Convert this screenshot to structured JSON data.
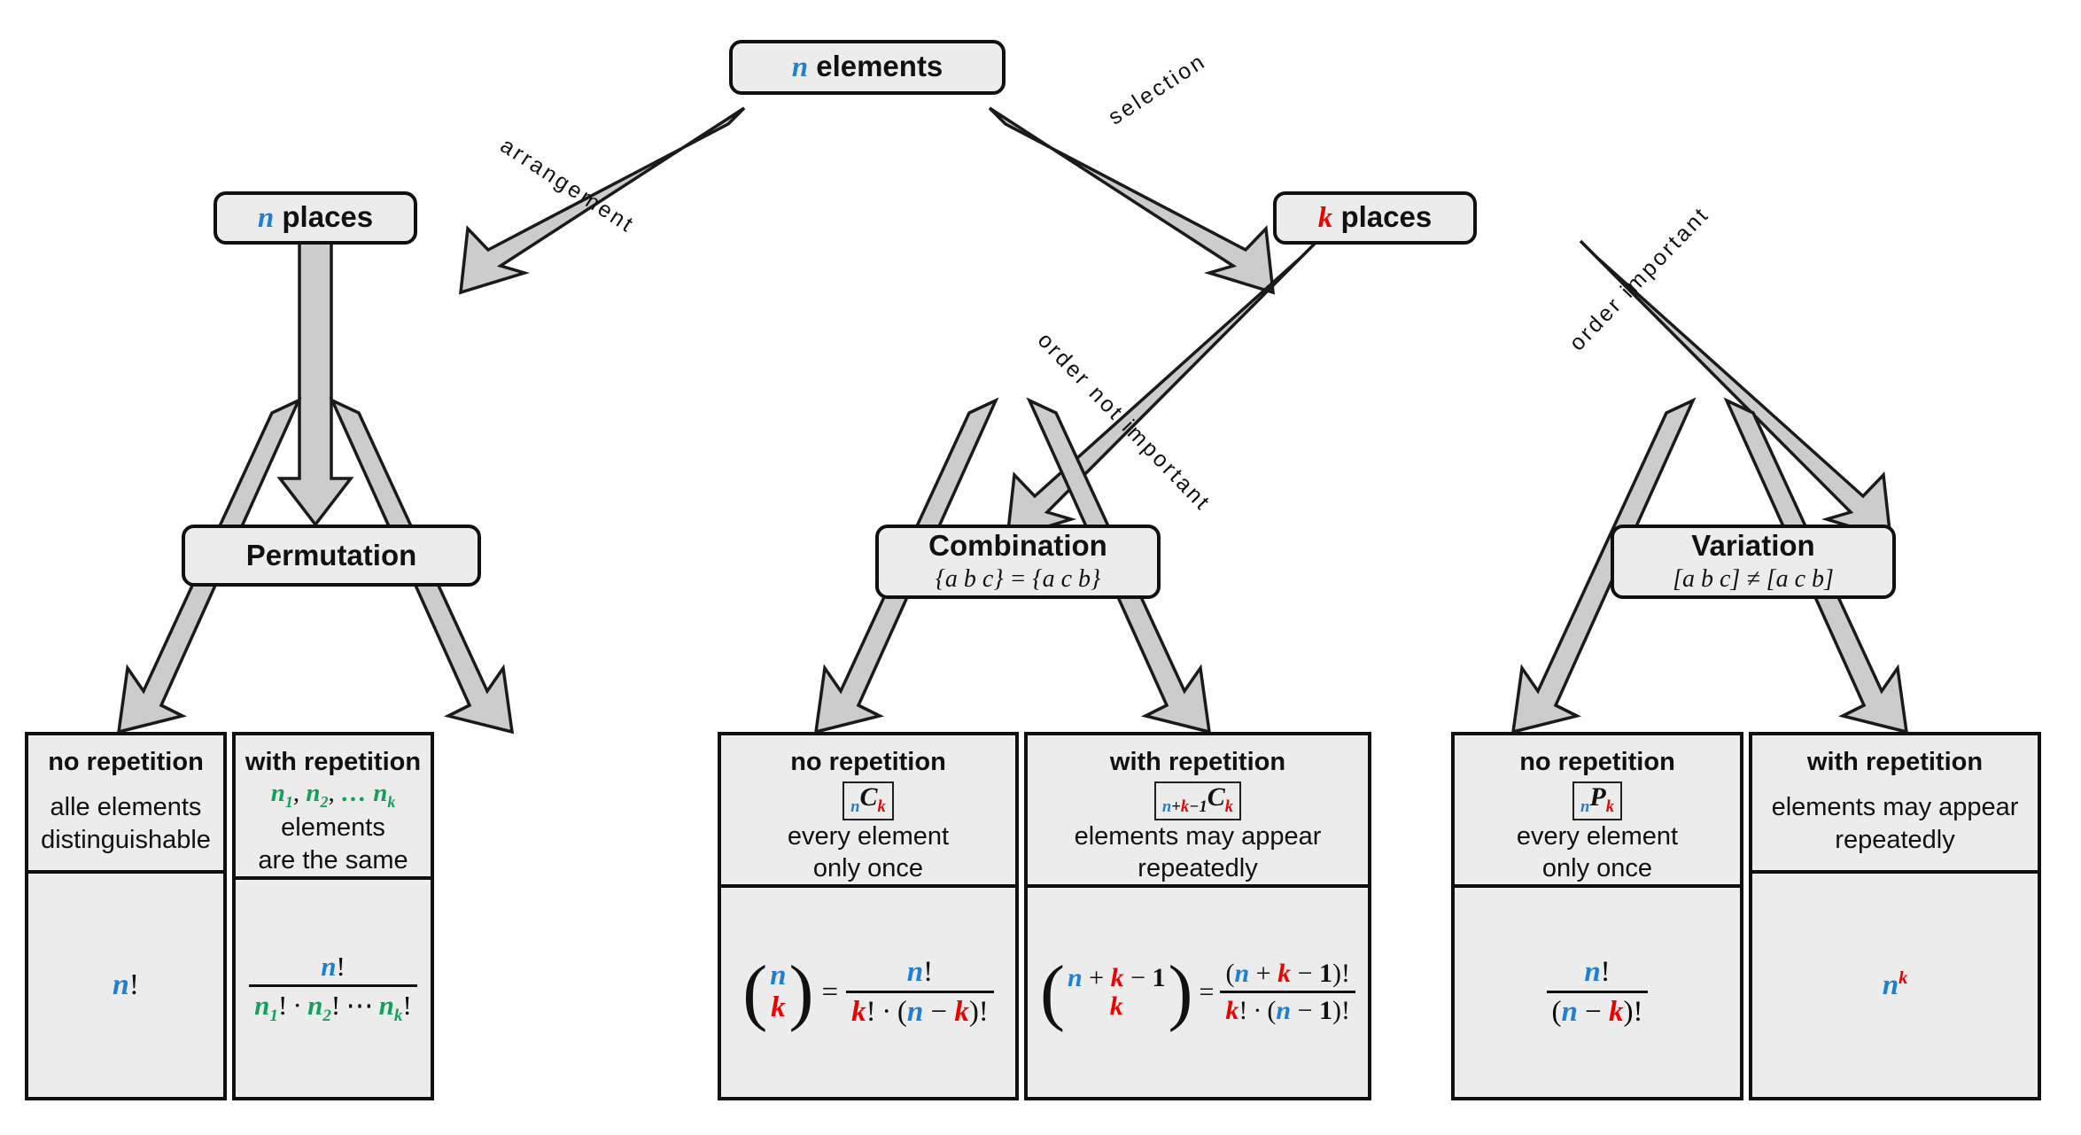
{
  "diagram": {
    "title": "Combinatorics decision tree",
    "colors": {
      "blue": "#1f7fd0",
      "red": "#ee0000",
      "green": "#15a05a",
      "node_fill": "#ececec",
      "node_border": "#101010",
      "arrow_fill": "#cccccc"
    }
  },
  "root": {
    "var": "n",
    "label": "elements"
  },
  "edges": {
    "arrangement": "arrangement",
    "selection": "selection",
    "order_not_important": "order not important",
    "order_important": "order important"
  },
  "places": {
    "left": {
      "var": "n",
      "label": "places"
    },
    "right": {
      "var": "k",
      "label": "places"
    }
  },
  "categories": [
    {
      "name": "Permutation",
      "example": ""
    },
    {
      "name": "Combination",
      "example": "{a b c} = {a c b}"
    },
    {
      "name": "Variation",
      "example": "[a b c] ≠ [a c b]"
    }
  ],
  "leaves": [
    {
      "header": "no repetition",
      "badge": "",
      "desc_line1": "alle elements",
      "desc_line2": "distinguishable",
      "formula_text": "n!"
    },
    {
      "header": "with repetition",
      "badge": "",
      "desc_line1": "n₁, n₂, … nₖ elements",
      "desc_line2": "are the same",
      "formula_text": "n! / (n₁! · n₂! ⋯ nₖ!)"
    },
    {
      "header": "no repetition",
      "badge": "nCk",
      "desc_line1": "every element",
      "desc_line2": "only once",
      "formula_text": "(n choose k) = n! / (k! · (n − k)!)"
    },
    {
      "header": "with repetition",
      "badge": "n+k-1Ck",
      "desc_line1": "elements may appear",
      "desc_line2": "repeatedly",
      "formula_text": "(n+k−1 choose k) = (n+k−1)! / (k! · (n−1)!)"
    },
    {
      "header": "no repetition",
      "badge": "nPk",
      "desc_line1": "every element",
      "desc_line2": "only once",
      "formula_text": "n! / (n − k)!"
    },
    {
      "header": "with repetition",
      "badge": "",
      "desc_line1": "elements may appear",
      "desc_line2": "repeatedly",
      "formula_text": "n^k"
    }
  ]
}
